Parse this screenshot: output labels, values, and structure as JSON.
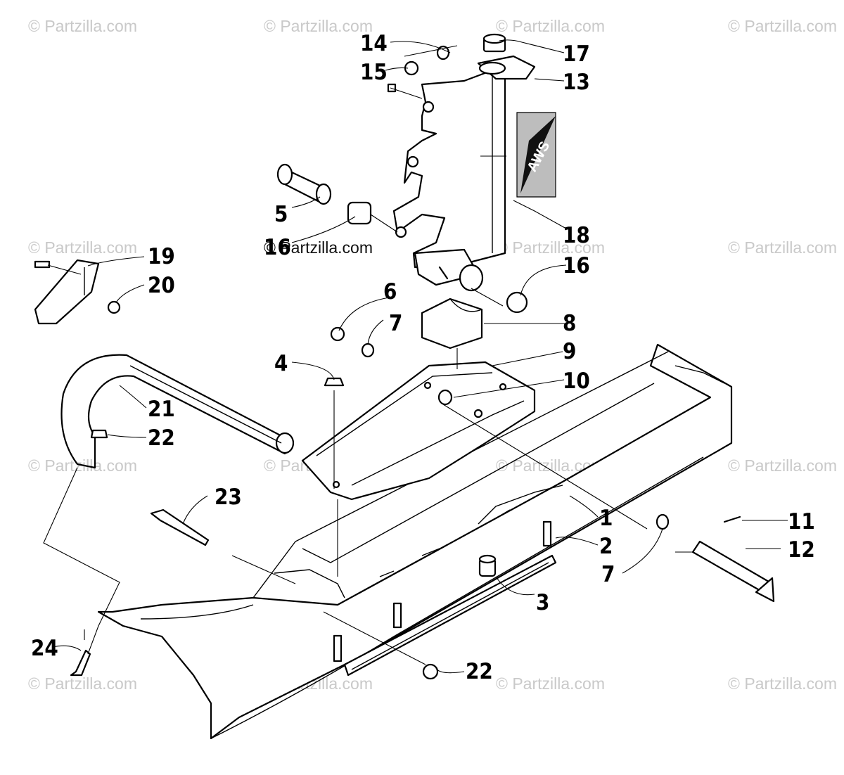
{
  "watermark_text": "© Partzilla.com",
  "decal_text": "AWS",
  "callouts": {
    "c1": "1",
    "c2": "2",
    "c3": "3",
    "c4": "4",
    "c5": "5",
    "c6": "6",
    "c7a": "7",
    "c7b": "7",
    "c8": "8",
    "c9": "9",
    "c10": "10",
    "c11": "11",
    "c12": "12",
    "c13": "13",
    "c14": "14",
    "c15": "15",
    "c16a": "16",
    "c16b": "16",
    "c17": "17",
    "c18": "18",
    "c19": "19",
    "c20": "20",
    "c21": "21",
    "c22a": "22",
    "c22b": "22",
    "c23": "23",
    "c24": "24"
  },
  "colors": {
    "line": "#000000",
    "watermark": "#c9c9c9",
    "background": "#ffffff"
  }
}
